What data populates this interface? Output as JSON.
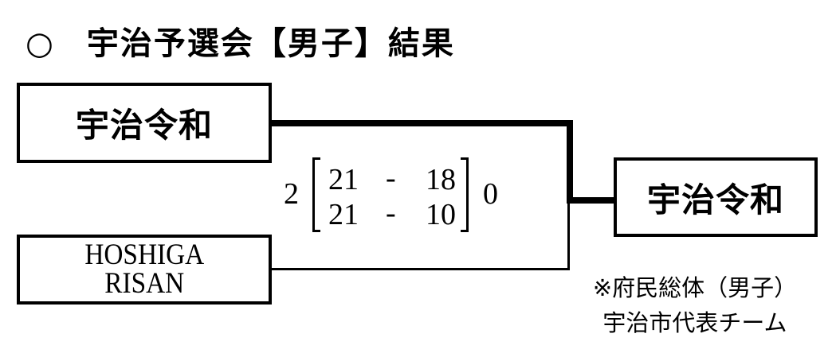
{
  "header": {
    "marker": "○",
    "title": "宇治予選会【男子】結果"
  },
  "teams": {
    "top": "宇治令和",
    "bottom_line1": "HOSHIGA",
    "bottom_line2": "RISAN",
    "winner": "宇治令和"
  },
  "score": {
    "top_sets": "2",
    "bottom_sets": "0",
    "set1_top": "21",
    "set1_bottom": "18",
    "set2_top": "21",
    "set2_bottom": "10",
    "dash": "-"
  },
  "note": {
    "line1": "※府民総体（男子）",
    "line2": "宇治市代表チーム"
  }
}
